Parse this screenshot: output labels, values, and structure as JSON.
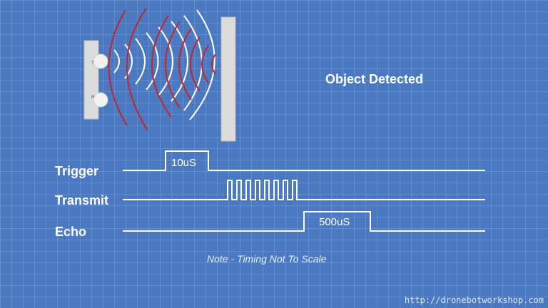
{
  "status_text": "Object Detected",
  "sensor": {
    "transmitter_mark": "T",
    "receiver_mark": "R"
  },
  "signals": [
    {
      "name": "Trigger",
      "pulse_label": "10uS"
    },
    {
      "name": "Transmit",
      "burst_pulses": 8
    },
    {
      "name": "Echo",
      "pulse_label": "500uS"
    }
  ],
  "note": "Note - Timing Not To Scale",
  "credit": "http://dronebotworkshop.com",
  "colors": {
    "background": "#4a79c2",
    "wave_white": "#ffffff",
    "wave_red": "#c0262a",
    "signal": "#ffffff"
  }
}
